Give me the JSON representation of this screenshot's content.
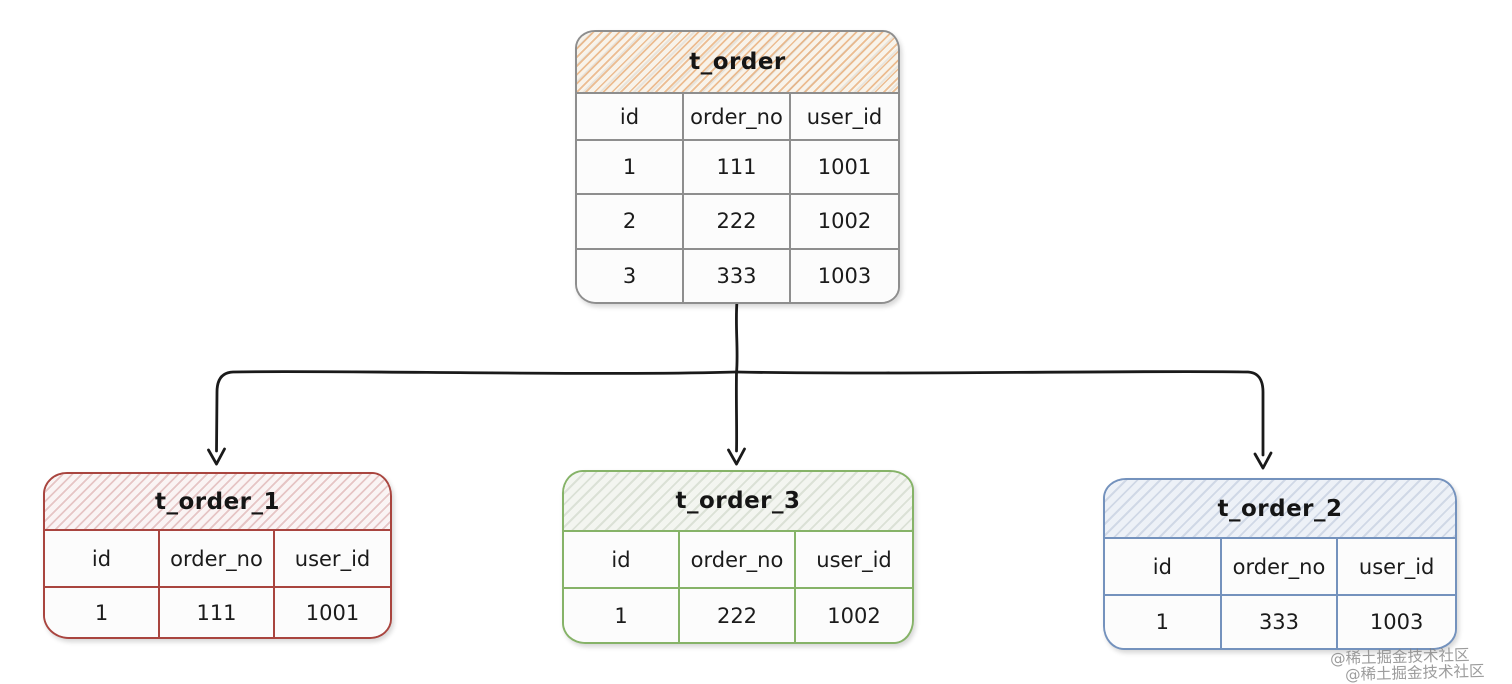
{
  "diagram": {
    "main_table": {
      "title": "t_order",
      "columns": [
        "id",
        "order_no",
        "user_id"
      ],
      "rows": [
        [
          "1",
          "111",
          "1001"
        ],
        [
          "2",
          "222",
          "1002"
        ],
        [
          "3",
          "333",
          "1003"
        ]
      ],
      "accent_color": "#8e8e8e",
      "header_hatch_color": "#e29048"
    },
    "shards": [
      {
        "title": "t_order_1",
        "columns": [
          "id",
          "order_no",
          "user_id"
        ],
        "rows": [
          [
            "1",
            "111",
            "1001"
          ]
        ],
        "accent_color": "#a9453f"
      },
      {
        "title": "t_order_3",
        "columns": [
          "id",
          "order_no",
          "user_id"
        ],
        "rows": [
          [
            "1",
            "222",
            "1002"
          ]
        ],
        "accent_color": "#86b368"
      },
      {
        "title": "t_order_2",
        "columns": [
          "id",
          "order_no",
          "user_id"
        ],
        "rows": [
          [
            "1",
            "333",
            "1003"
          ]
        ],
        "accent_color": "#7492bd"
      }
    ],
    "edges": [
      {
        "from": "t_order",
        "to": "t_order_1"
      },
      {
        "from": "t_order",
        "to": "t_order_3"
      },
      {
        "from": "t_order",
        "to": "t_order_2"
      }
    ],
    "arrow_color": "#1a1a1a"
  },
  "watermark": {
    "lines": [
      "@稀土掘金技术社区",
      "@稀土掘金技术社区"
    ]
  }
}
